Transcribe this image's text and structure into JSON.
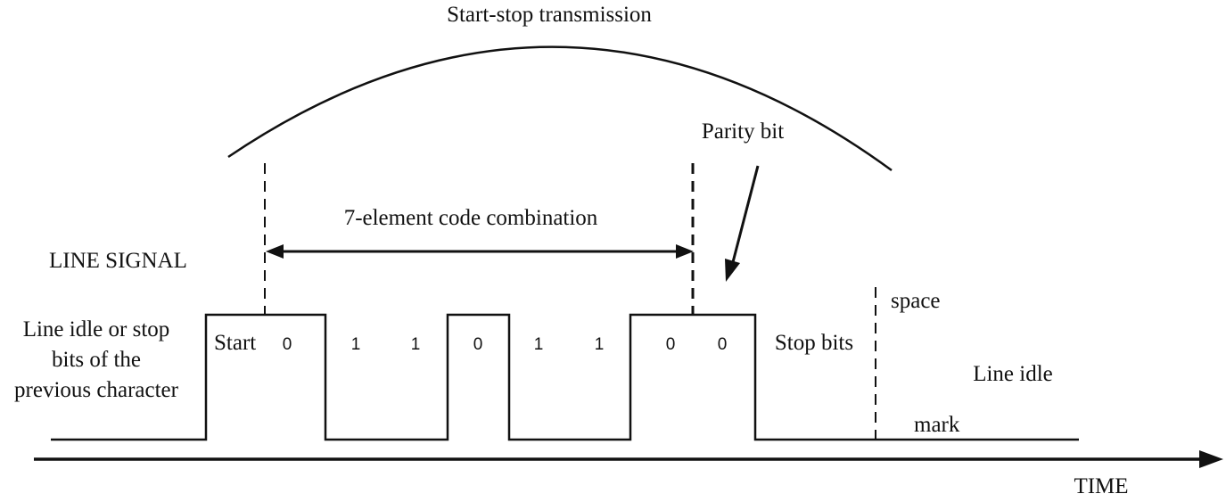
{
  "title": "Start-stop transmission",
  "labels": {
    "line_signal": "LINE SIGNAL",
    "code_combination": "7-element code combination",
    "parity_bit": "Parity bit",
    "prev_char": [
      "Line idle or stop",
      "bits of the",
      "previous character"
    ],
    "start": "Start",
    "stop_bits": "Stop bits",
    "space": "space",
    "mark": "mark",
    "line_idle": "Line idle",
    "time": "TIME"
  },
  "bits": [
    "0",
    "1",
    "1",
    "0",
    "1",
    "1",
    "0",
    "0"
  ],
  "signal_levels": [
    "space",
    "mark",
    "mark",
    "space",
    "mark",
    "mark",
    "space",
    "space"
  ]
}
